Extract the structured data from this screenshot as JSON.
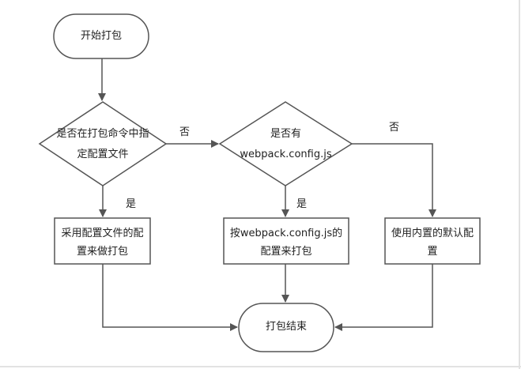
{
  "nodes": {
    "start": "开始打包",
    "decision1": {
      "line1": "是否在打包命令中指",
      "line2": "定配置文件"
    },
    "decision2": {
      "line1": "是否有",
      "line2": "webpack.config.js"
    },
    "box_left": {
      "line1": "采用配置文件的配",
      "line2": "置来做打包"
    },
    "box_middle": {
      "line1": "按webpack.config.js的",
      "line2": "配置来打包"
    },
    "box_right": {
      "line1": "使用内置的默认配",
      "line2": "置"
    },
    "end": "打包结束"
  },
  "edge_labels": {
    "d1_no": "否",
    "d1_yes": "是",
    "d2_no": "否",
    "d2_yes": "是"
  },
  "colors": {
    "stroke": "#555555",
    "fill": "#ffffff",
    "text": "#222222",
    "frame": "#e2e2e2"
  }
}
